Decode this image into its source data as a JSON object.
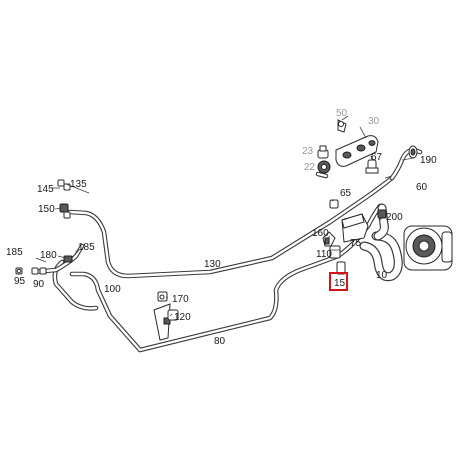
{
  "diagram": {
    "callouts": {
      "c10": "10",
      "c15": "15",
      "c22": "22",
      "c23": "23",
      "c30": "30",
      "c50": "50",
      "c60": "60",
      "c65": "65",
      "c67": "67",
      "c75": "75",
      "c80": "80",
      "c90": "90",
      "c95": "95",
      "c100": "100",
      "c110": "110",
      "c120": "120",
      "c130": "130",
      "c135": "135",
      "c145": "145",
      "c150": "150",
      "c160": "160",
      "c170": "170",
      "c180": "180",
      "c185a": "185",
      "c185b": "185",
      "c190": "190",
      "c200": "200"
    },
    "highlighted_callout": "15",
    "colors": {
      "highlight": "#d3141b",
      "line": "#3a3a3a",
      "faded_label": "#9a9a9a"
    }
  }
}
